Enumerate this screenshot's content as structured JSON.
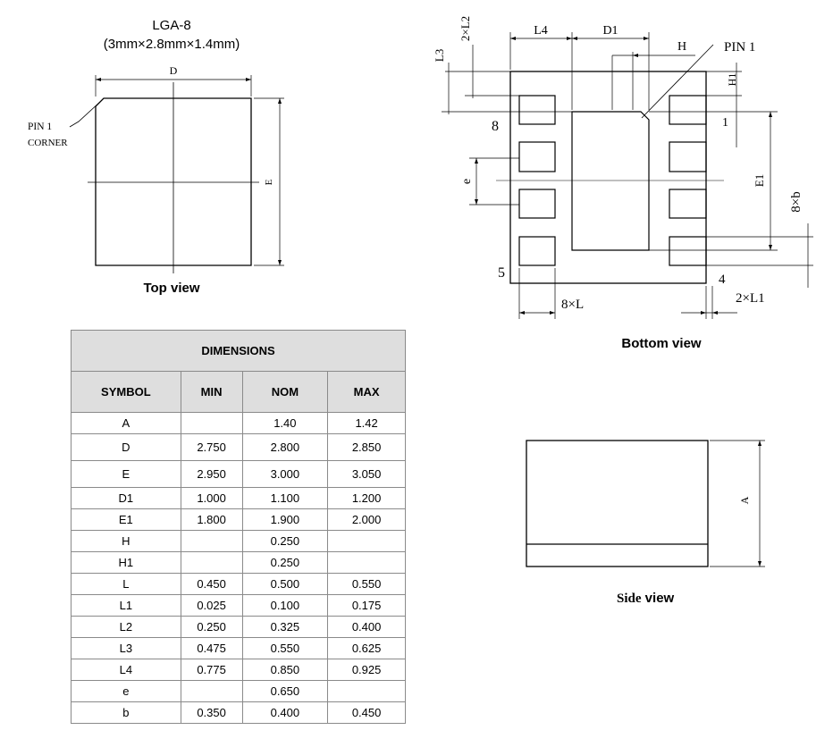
{
  "package": {
    "name": "LGA-8",
    "size": "(3mm×2.8mm×1.4mm)"
  },
  "top_view": {
    "caption": "Top view",
    "label_d": "D",
    "label_e": "E",
    "pin1_line1": "PIN 1",
    "pin1_line2": "CORNER"
  },
  "bottom_view": {
    "caption": "Bottom view",
    "labels": {
      "l4": "L4",
      "d1": "D1",
      "h": "H",
      "pin1": "PIN 1",
      "l3": "L3",
      "two_l2": "2×L2",
      "h1": "H1",
      "one": "1",
      "eight": "8",
      "e": "e",
      "e1": "E1",
      "eight_b": "8×b",
      "five": "5",
      "four": "4",
      "eight_l": "8×L",
      "two_l1": "2×L1"
    }
  },
  "side_view": {
    "caption_part1": "Side",
    "caption_part2": " view",
    "label_a": "A"
  },
  "table": {
    "title": "DIMENSIONS",
    "headers": [
      "SYMBOL",
      "MIN",
      "NOM",
      "MAX"
    ],
    "rows": [
      [
        "A",
        "",
        "1.40",
        "1.42"
      ],
      [
        "D",
        "2.750",
        "2.800",
        "2.850"
      ],
      [
        "E",
        "2.950",
        "3.000",
        "3.050"
      ],
      [
        "D1",
        "1.000",
        "1.100",
        "1.200"
      ],
      [
        "E1",
        "1.800",
        "1.900",
        "2.000"
      ],
      [
        "H",
        "",
        "0.250",
        ""
      ],
      [
        "H1",
        "",
        "0.250",
        ""
      ],
      [
        "L",
        "0.450",
        "0.500",
        "0.550"
      ],
      [
        "L1",
        "0.025",
        "0.100",
        "0.175"
      ],
      [
        "L2",
        "0.250",
        "0.325",
        "0.400"
      ],
      [
        "L3",
        "0.475",
        "0.550",
        "0.625"
      ],
      [
        "L4",
        "0.775",
        "0.850",
        "0.925"
      ],
      [
        "e",
        "",
        "0.650",
        ""
      ],
      [
        "b",
        "0.350",
        "0.400",
        "0.450"
      ]
    ]
  }
}
